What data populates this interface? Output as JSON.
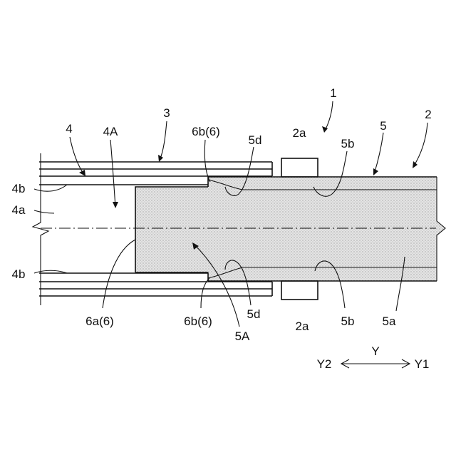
{
  "labels": {
    "ref_1": "1",
    "ref_2": "2",
    "ref_3": "3",
    "ref_4": "4",
    "ref_4A": "4A",
    "ref_5": "5",
    "ref_2a_top": "2a",
    "ref_2a_bottom": "2a",
    "ref_6b6_top": "6b(6)",
    "ref_6b6_bottom": "6b(6)",
    "ref_5d_top": "5d",
    "ref_5d_bottom": "5d",
    "ref_5b_top": "5b",
    "ref_5b_bottom": "5b",
    "ref_4b_top": "4b",
    "ref_4b_bottom": "4b",
    "ref_4a": "4a",
    "ref_6a6": "6a(6)",
    "ref_5A": "5A",
    "ref_5a": "5a"
  },
  "direction": {
    "axis": "Y",
    "left": "Y2",
    "right": "Y1"
  },
  "colors": {
    "line": "#111111",
    "stipple_fill": "#d9d9d9",
    "background": "#ffffff"
  }
}
